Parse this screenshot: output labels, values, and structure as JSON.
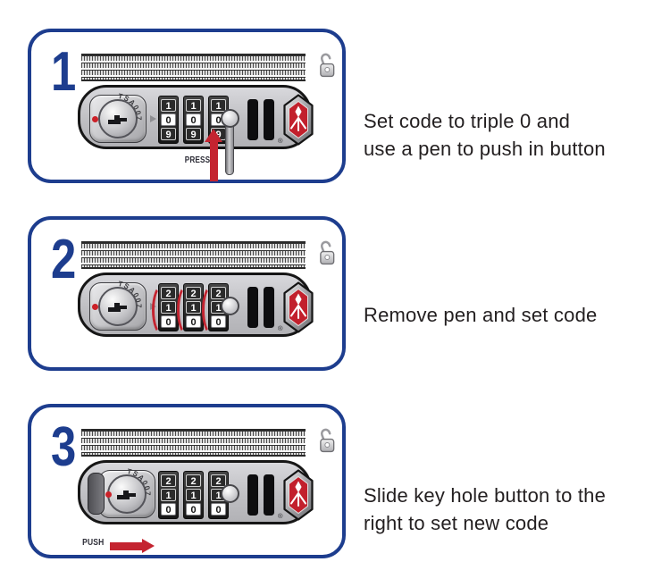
{
  "lock": {
    "brand": "TSA007",
    "registered": "®"
  },
  "icons": {
    "padlock": "open-padlock-icon",
    "socket_arrow": "right-triangle-icon",
    "step1_arrow": "up-arrow-icon",
    "step3_arrow": "right-arrow-icon",
    "logo": "travel-sentry-torch-icon",
    "key_slot": "key-slot-icon"
  },
  "colors": {
    "panel_border_blue": "#1d3d8e",
    "step_number_blue": "#1d3d8e",
    "arrow_red": "#c42430",
    "logo_red": "#c2202c",
    "dial_dark": "#2b2b2b",
    "lock_body_gray": "#c9c9cd",
    "text_black": "#231f20"
  },
  "steps": [
    {
      "number": "1",
      "caption": [
        "Set code to triple 0 and",
        "use a pen to push in button"
      ],
      "action_label": "PRESS",
      "dials": [
        [
          "1",
          "0",
          "9"
        ],
        [
          "1",
          "0",
          "9"
        ],
        [
          "1",
          "0",
          "9"
        ]
      ]
    },
    {
      "number": "2",
      "caption": [
        "Remove pen and set code"
      ],
      "action_label": "",
      "dials": [
        [
          "2",
          "1",
          "0"
        ],
        [
          "2",
          "1",
          "0"
        ],
        [
          "2",
          "1",
          "0"
        ]
      ]
    },
    {
      "number": "3",
      "caption": [
        "Slide key hole button to the",
        "right to set new code"
      ],
      "action_label": "PUSH",
      "dials": [
        [
          "2",
          "1",
          "0"
        ],
        [
          "2",
          "1",
          "0"
        ],
        [
          "2",
          "1",
          "0"
        ]
      ]
    }
  ]
}
